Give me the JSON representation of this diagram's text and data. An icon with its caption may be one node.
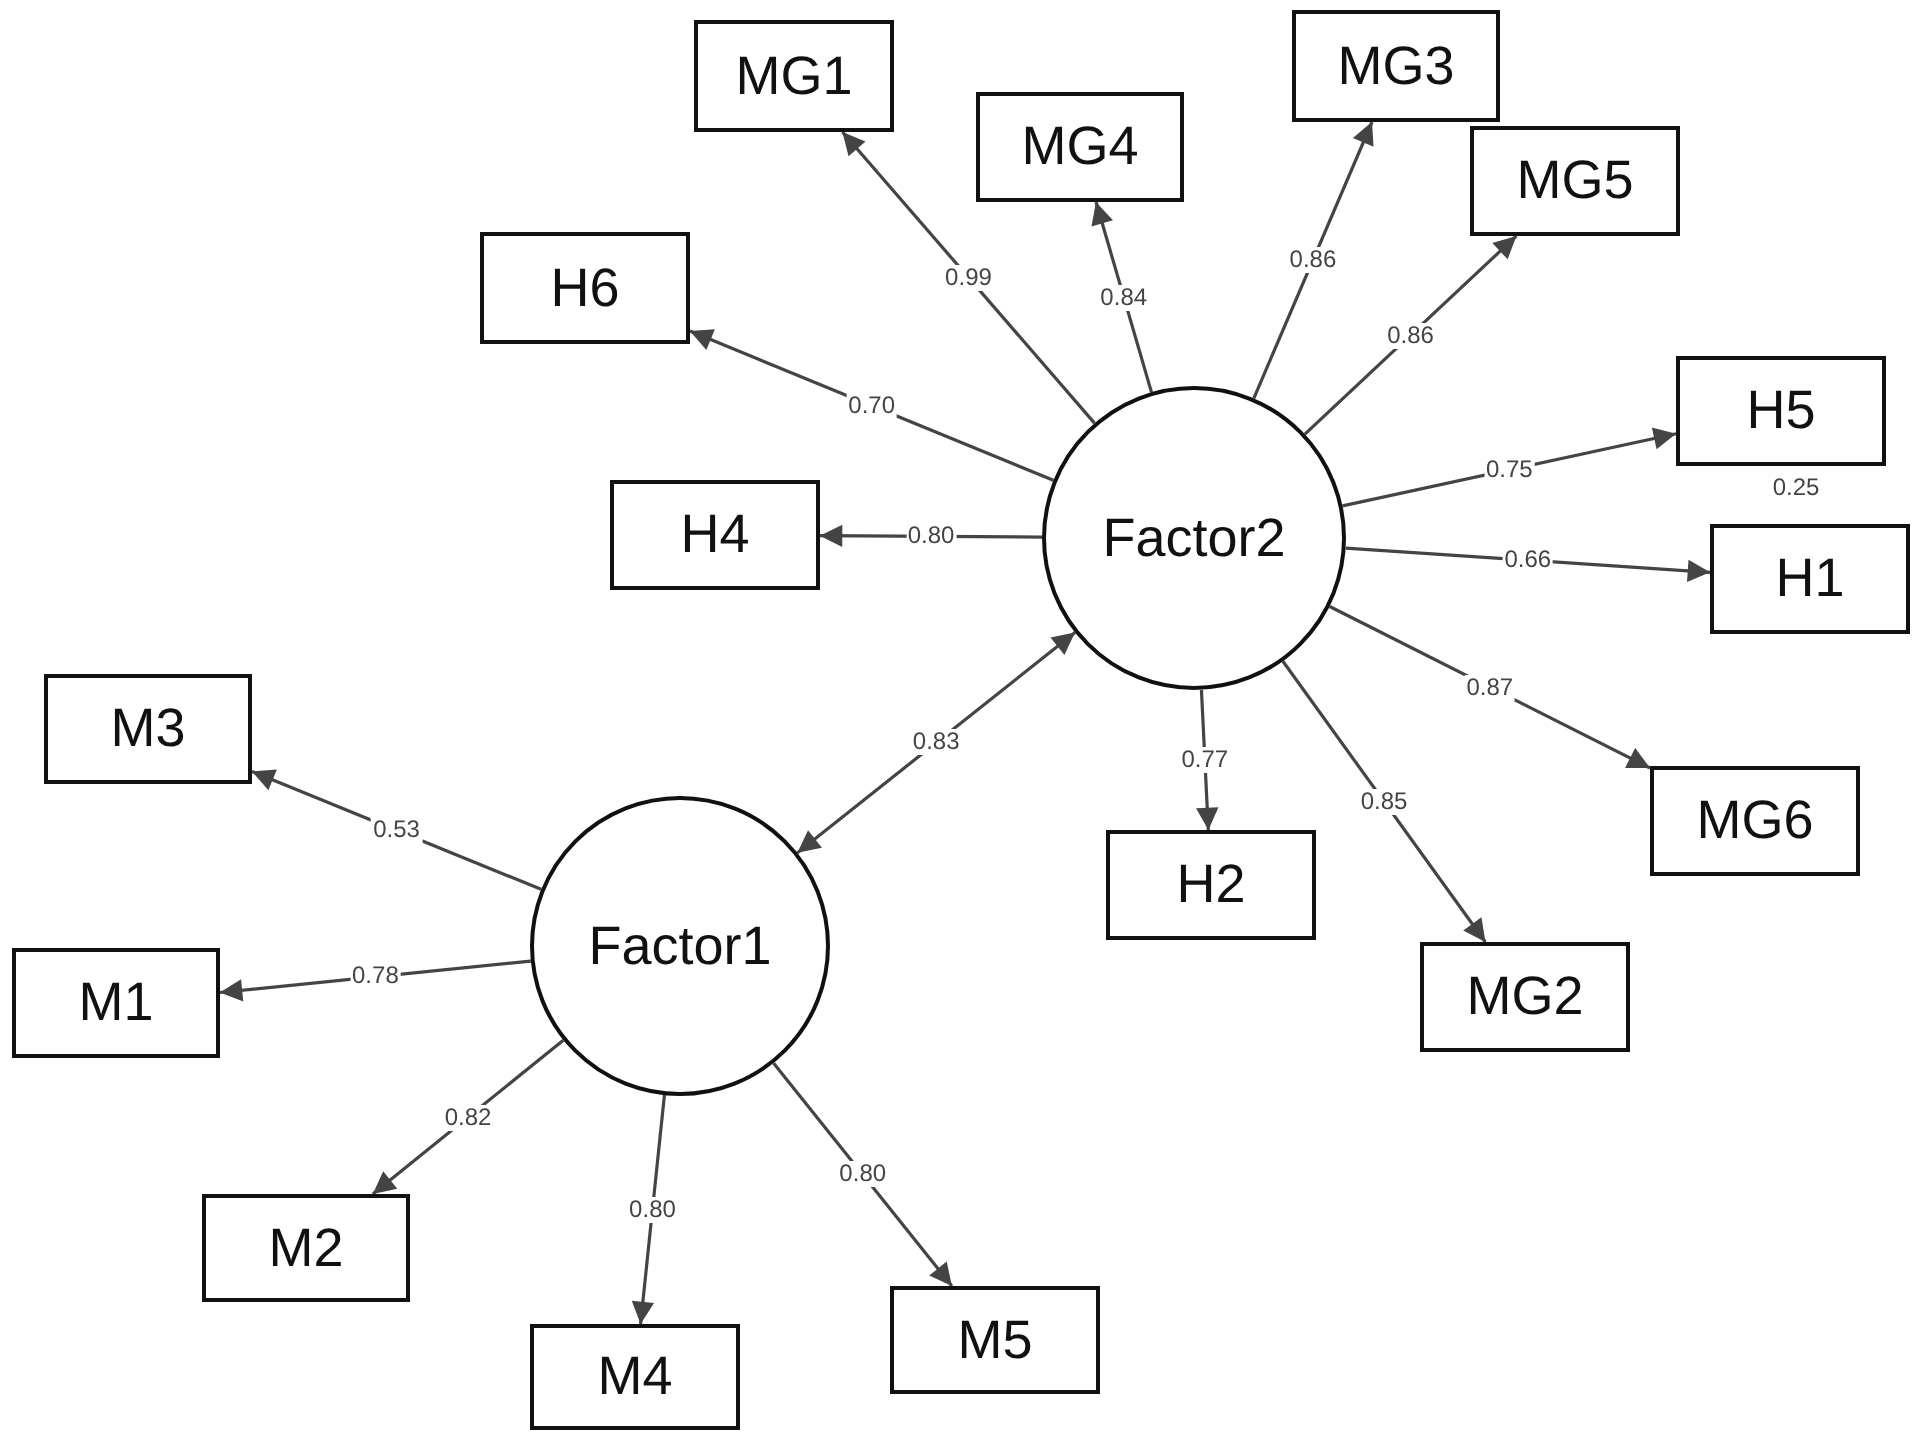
{
  "diagram": {
    "nodes": [
      {
        "text": [
          "MG1"
        ]
      },
      {
        "text": [
          "MG3"
        ]
      },
      {
        "text": [
          "MG4"
        ]
      },
      {
        "text": [
          "MG5"
        ]
      },
      {
        "text": [
          "H6"
        ]
      },
      {
        "text": [
          "H5"
        ]
      },
      {
        "text": [
          "Factor2"
        ]
      },
      {
        "text": [
          "H4"
        ]
      },
      {
        "text": [
          "H1"
        ]
      },
      {
        "text": [
          "M3"
        ]
      },
      {
        "text": [
          "Factor1"
        ]
      },
      {
        "text": [
          "H2"
        ]
      },
      {
        "text": [
          "MG6"
        ]
      },
      {
        "text": [
          "M1"
        ]
      },
      {
        "text": [
          "MG2"
        ]
      },
      {
        "text": [
          "M2"
        ]
      },
      {
        "text": [
          "M5"
        ]
      },
      {
        "text": [
          "M4"
        ]
      }
    ],
    "edges": [
      {
        "from": 6,
        "to": 0,
        "arrow": "to",
        "label": "0.99"
      },
      {
        "from": 6,
        "to": 2,
        "arrow": "to",
        "label": "0.84"
      },
      {
        "from": 6,
        "to": 1,
        "arrow": "to",
        "label": "0.86"
      },
      {
        "from": 6,
        "to": 3,
        "arrow": "to",
        "label": "0.86"
      },
      {
        "from": 6,
        "to": 4,
        "arrow": "to",
        "label": "0.70"
      },
      {
        "from": 6,
        "to": 7,
        "arrow": "to",
        "label": "0.80"
      },
      {
        "from": 6,
        "to": 5,
        "arrow": "to",
        "label": "0.75"
      },
      {
        "from": 6,
        "to": 8,
        "arrow": "to",
        "label": "0.66"
      },
      {
        "from": 6,
        "to": 12,
        "arrow": "to",
        "label": "0.87"
      },
      {
        "from": 6,
        "to": 11,
        "arrow": "to",
        "label": "0.77"
      },
      {
        "from": 6,
        "to": 14,
        "arrow": "to",
        "label": "0.85"
      },
      {
        "from": 10,
        "to": 6,
        "arrow": "both",
        "label": "0.83"
      },
      {
        "from": 10,
        "to": 9,
        "arrow": "to",
        "label": "0.53"
      },
      {
        "from": 10,
        "to": 13,
        "arrow": "to",
        "label": "0.78"
      },
      {
        "from": 10,
        "to": 15,
        "arrow": "to",
        "label": "0.82"
      },
      {
        "from": 10,
        "to": 17,
        "arrow": "to",
        "label": "0.80"
      },
      {
        "from": 10,
        "to": 16,
        "arrow": "to",
        "label": "0.80"
      }
    ],
    "labels": [
      "0.25"
    ]
  }
}
